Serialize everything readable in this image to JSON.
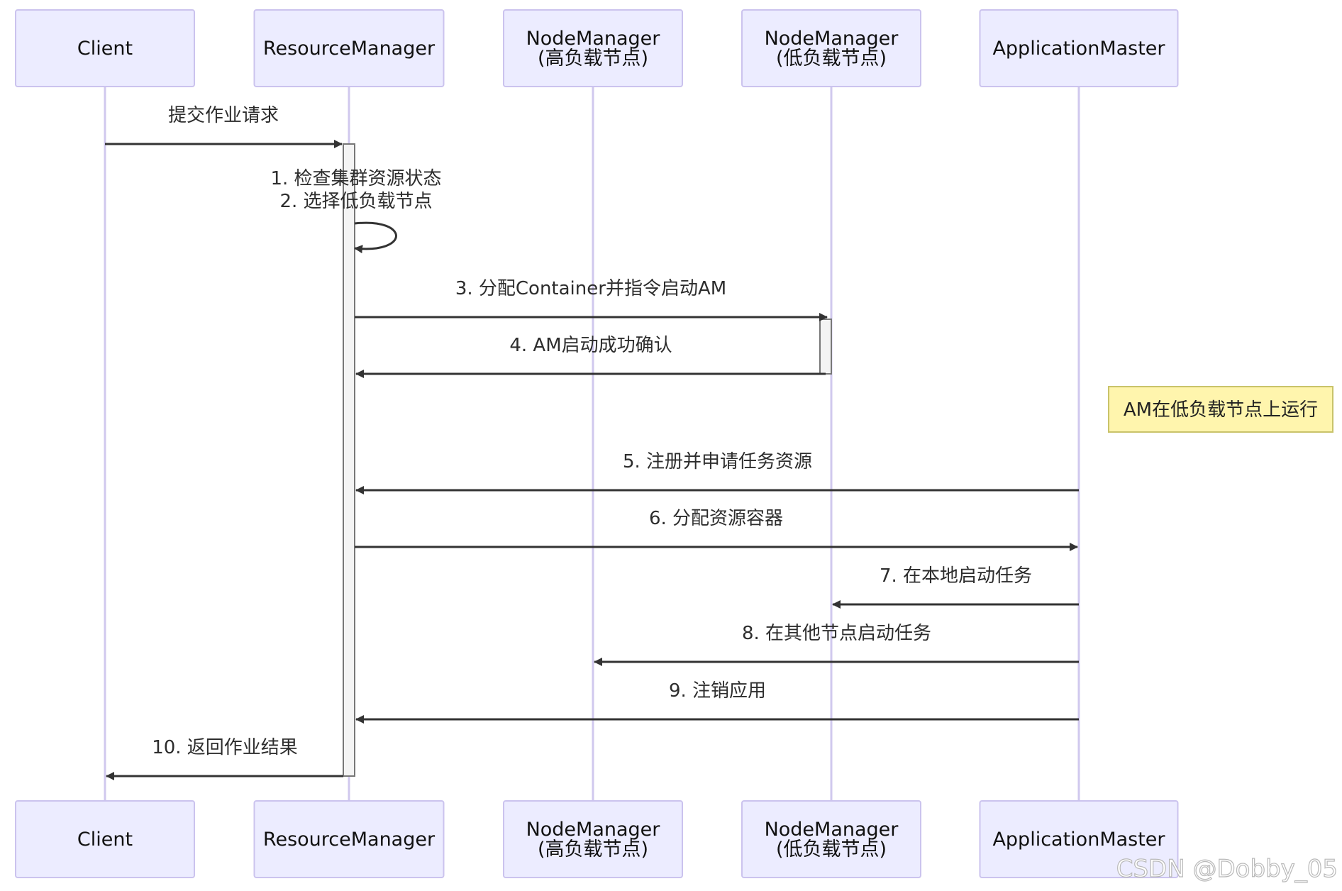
{
  "participants": [
    {
      "id": "client",
      "lines": [
        "Client"
      ]
    },
    {
      "id": "rm",
      "lines": [
        "ResourceManager"
      ]
    },
    {
      "id": "nm-high",
      "lines": [
        "NodeManager",
        "(高负载节点)"
      ]
    },
    {
      "id": "nm-low",
      "lines": [
        "NodeManager",
        "(低负载节点)"
      ]
    },
    {
      "id": "am",
      "lines": [
        "ApplicationMaster"
      ]
    }
  ],
  "messages": [
    {
      "from": "client",
      "to": "rm",
      "lines": [
        "提交作业请求"
      ]
    },
    {
      "from": "rm",
      "to": "rm",
      "lines": [
        "1. 检查集群资源状态",
        "2. 选择低负载节点"
      ]
    },
    {
      "from": "rm",
      "to": "nm-low",
      "lines": [
        "3. 分配Container并指令启动AM"
      ]
    },
    {
      "from": "nm-low",
      "to": "rm",
      "lines": [
        "4. AM启动成功确认"
      ]
    },
    {
      "from": "am",
      "to": "rm",
      "lines": [
        "5. 注册并申请任务资源"
      ]
    },
    {
      "from": "rm",
      "to": "am",
      "lines": [
        "6. 分配资源容器"
      ]
    },
    {
      "from": "am",
      "to": "nm-low",
      "lines": [
        "7. 在本地启动任务"
      ]
    },
    {
      "from": "am",
      "to": "nm-high",
      "lines": [
        "8. 在其他节点启动任务"
      ]
    },
    {
      "from": "am",
      "to": "rm",
      "lines": [
        "9. 注销应用"
      ]
    },
    {
      "from": "rm",
      "to": "client",
      "lines": [
        "10. 返回作业结果"
      ]
    }
  ],
  "note": {
    "text": "AM在低负载节点上运行",
    "position": "right of ApplicationMaster"
  },
  "watermark": "CSDN @Dobby_05",
  "colors": {
    "actor_fill": "#ececff",
    "actor_border": "#cbc3ee",
    "lifeline": "#d0c8ee",
    "arrow": "#333333",
    "note_fill": "#fff5ad",
    "note_border": "#c9c36a"
  }
}
